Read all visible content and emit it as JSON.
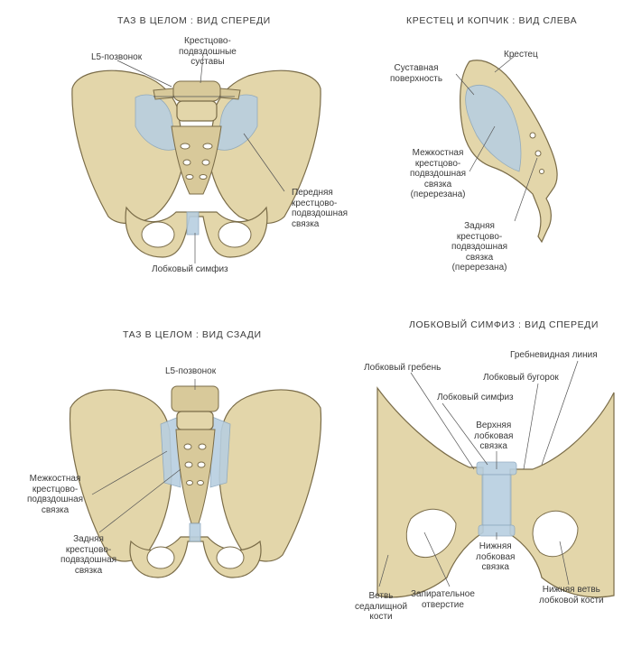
{
  "panels": {
    "front": {
      "title": "ТАЗ В ЦЕЛОМ :  ВИД СПЕРЕДИ",
      "labels": {
        "l5": "L5-позвонок",
        "joints": [
          "Крестцово-",
          "подвздошные",
          "суставы"
        ],
        "anterior_lig": [
          "Передняя",
          "крестцово-",
          "подвздошная",
          "связка"
        ],
        "symphysis": "Лобковый симфиз"
      }
    },
    "sacrum": {
      "title": "КРЕСТЕЦ И КОПЧИК :  ВИД СЛЕВА",
      "labels": {
        "sacrum": "Крестец",
        "articular": [
          "Суставная",
          "поверхность"
        ],
        "interosseous": [
          "Межкостная",
          "крестцово-",
          "подвздошная",
          "связка",
          "(перерезана)"
        ],
        "posterior": [
          "Задняя",
          "крестцово-",
          "подвздошная",
          "связка",
          "(перерезана)"
        ]
      }
    },
    "back": {
      "title": "ТАЗ В ЦЕЛОМ :  ВИД СЗАДИ",
      "labels": {
        "l5": "L5-позвонок",
        "interosseous": [
          "Межкостная",
          "крестцово-",
          "подвздошная",
          "связка"
        ],
        "posterior": [
          "Задняя",
          "крестцово-",
          "подвздошная",
          "связка"
        ]
      }
    },
    "symph": {
      "title": "ЛОБКОВЫЙ СИМФИЗ :  ВИД СПЕРЕДИ",
      "labels": {
        "pectineal": "Гребневидная линия",
        "crest": "Лобковый гребень",
        "tubercle": "Лобковый бугорок",
        "symphysis": "Лобковый симфиз",
        "superior": [
          "Верхняя",
          "лобковая",
          "связка"
        ],
        "inferior": [
          "Нижняя",
          "лобковая",
          "связка"
        ],
        "ischial": [
          "Ветвь",
          "седалищной",
          "кости"
        ],
        "obturator": [
          "Запирательное",
          "отверстие"
        ],
        "pubic_ramus": [
          "Нижняя ветвь",
          "лобковой кости"
        ]
      }
    }
  }
}
